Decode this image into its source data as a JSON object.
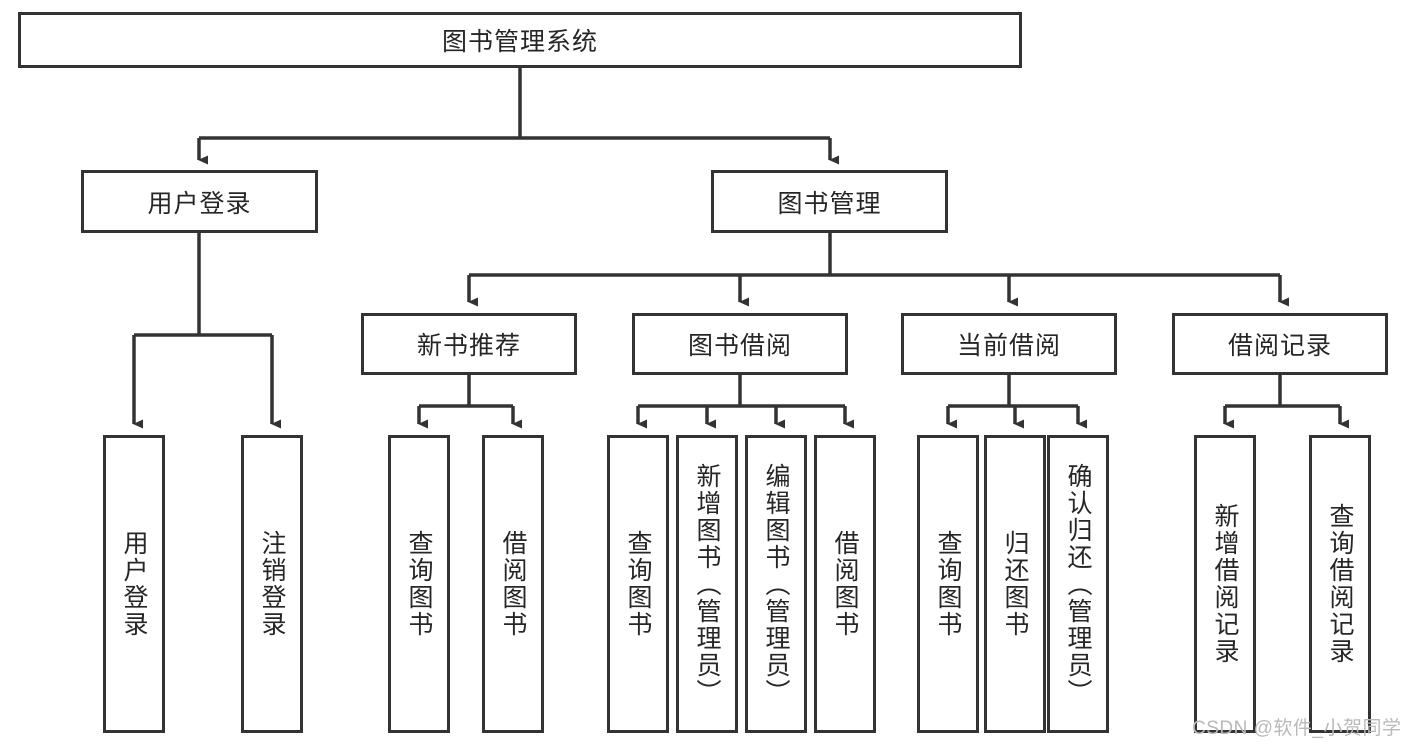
{
  "diagram": {
    "title": "图书管理系统",
    "type": "tree-hierarchy-diagram",
    "watermark": "CSDN @软件_小贺同学",
    "colors": {
      "stroke": "#333333",
      "fill": "#ffffff",
      "text": "#262626",
      "watermark": "#b9b9b9"
    },
    "nodes": {
      "root": {
        "label": "图书管理系统"
      },
      "level2": [
        {
          "id": "user-login",
          "label": "用户登录"
        },
        {
          "id": "book-management",
          "label": "图书管理"
        }
      ],
      "level3": [
        {
          "id": "new-book-recommend",
          "label": "新书推荐"
        },
        {
          "id": "book-borrow",
          "label": "图书借阅"
        },
        {
          "id": "current-borrow",
          "label": "当前借阅"
        },
        {
          "id": "borrow-record",
          "label": "借阅记录"
        }
      ],
      "leaves": {
        "user_login": [
          {
            "id": "leaf-user-login",
            "label": "用户登录"
          },
          {
            "id": "leaf-logout-login",
            "label": "注销登录"
          }
        ],
        "new_book_recommend": [
          {
            "id": "leaf-query-book-1",
            "label": "查询图书"
          },
          {
            "id": "leaf-borrow-book-1",
            "label": "借阅图书"
          }
        ],
        "book_borrow": [
          {
            "id": "leaf-query-book-2",
            "label": "查询图书"
          },
          {
            "id": "leaf-add-book",
            "label": "新增图书（管理员）"
          },
          {
            "id": "leaf-edit-book",
            "label": "编辑图书（管理员）"
          },
          {
            "id": "leaf-borrow-book-2",
            "label": "借阅图书"
          }
        ],
        "current_borrow": [
          {
            "id": "leaf-query-book-3",
            "label": "查询图书"
          },
          {
            "id": "leaf-return-book",
            "label": "归还图书"
          },
          {
            "id": "leaf-confirm-return",
            "label": "确认归还（管理员）"
          }
        ],
        "borrow_record": [
          {
            "id": "leaf-add-record",
            "label": "新增借阅记录"
          },
          {
            "id": "leaf-query-record",
            "label": "查询借阅记录"
          }
        ]
      }
    }
  }
}
